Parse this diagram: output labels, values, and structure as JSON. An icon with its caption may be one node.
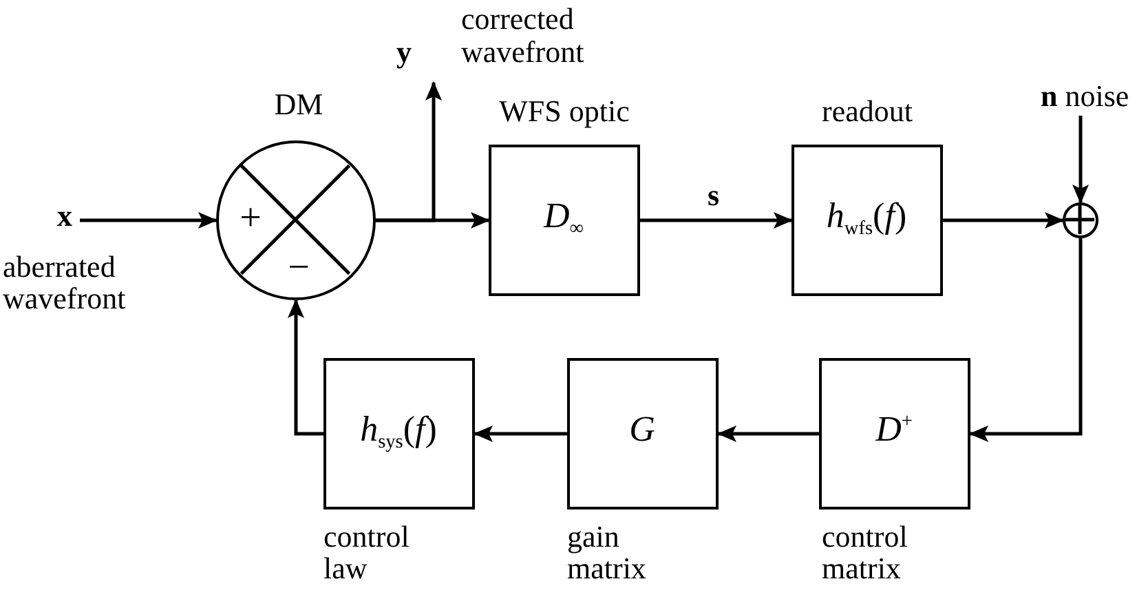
{
  "diagram": {
    "nodes": [
      {
        "text": [
          "x"
        ],
        "beside": [
          "aberrated wavefront"
        ]
      },
      {
        "text": [
          "DM",
          "+",
          "−"
        ]
      },
      {
        "text": [
          "y",
          "corrected wavefront"
        ]
      },
      {
        "text": [
          "WFS optic",
          "*D*$_{∞}$"
        ]
      },
      {
        "text": [
          "readout",
          "*h*$_{wfs}$(*f*)"
        ]
      },
      {
        "text": [],
        "shape": "circle"
      },
      {
        "text": [
          "**n** noise"
        ]
      },
      {
        "text": [
          "*D*$^{+}$"
        ],
        "beside": [
          "control matrix"
        ]
      },
      {
        "text": [
          "*G*"
        ],
        "beside": [
          "gain matrix"
        ]
      },
      {
        "text": [
          "*h*$_{sys}$(*f*)"
        ],
        "beside": [
          "control law"
        ]
      }
    ],
    "edges": [
      {
        "from": 0,
        "to": 1,
        "arrow": "to"
      },
      {
        "from": 1,
        "to": 2,
        "arrow": "to"
      },
      {
        "from": 1,
        "to": 3,
        "arrow": "to"
      },
      {
        "from": 3,
        "to": 4,
        "arrow": "to",
        "label": "s"
      },
      {
        "from": 4,
        "to": 5,
        "arrow": "to"
      },
      {
        "from": 6,
        "to": 5,
        "arrow": "to"
      },
      {
        "from": 5,
        "to": 7,
        "arrow": "to"
      },
      {
        "from": 7,
        "to": 8,
        "arrow": "to"
      },
      {
        "from": 8,
        "to": 9,
        "arrow": "to"
      },
      {
        "from": 9,
        "to": 1,
        "arrow": "to"
      }
    ]
  }
}
